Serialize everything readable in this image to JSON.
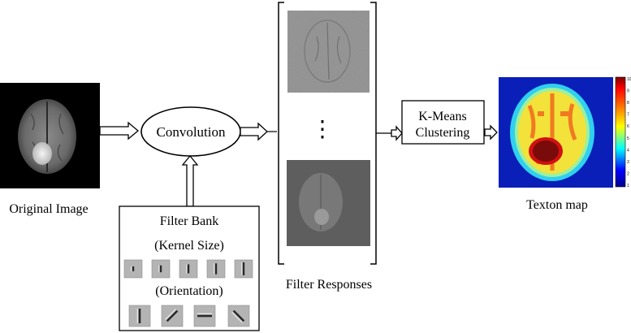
{
  "original_image": {
    "caption": "Original Image"
  },
  "convolution": {
    "label": "Convolution"
  },
  "filter_bank": {
    "title": "Filter Bank",
    "kernel_size_label": "(Kernel Size)",
    "orientation_label": "(Orientation)",
    "kernel_size_count": 5,
    "orientation_angles_deg": [
      90,
      45,
      0,
      135
    ]
  },
  "filter_responses": {
    "caption": "Filter Responses",
    "ellipsis": "⋮"
  },
  "kmeans": {
    "line1": "K-Means",
    "line2": "Clustering"
  },
  "texton_map": {
    "caption": "Texton map",
    "colorbar_ticks": [
      "10",
      "9",
      "8",
      "7",
      "6",
      "5",
      "4",
      "3",
      "2",
      "1"
    ]
  },
  "colors": {
    "map_background": "#0a1fb8",
    "map_head": "#2fd0f0",
    "map_brain": "#f2e23a",
    "map_lesion": "#7a0b0b",
    "stroke": "#000000"
  }
}
